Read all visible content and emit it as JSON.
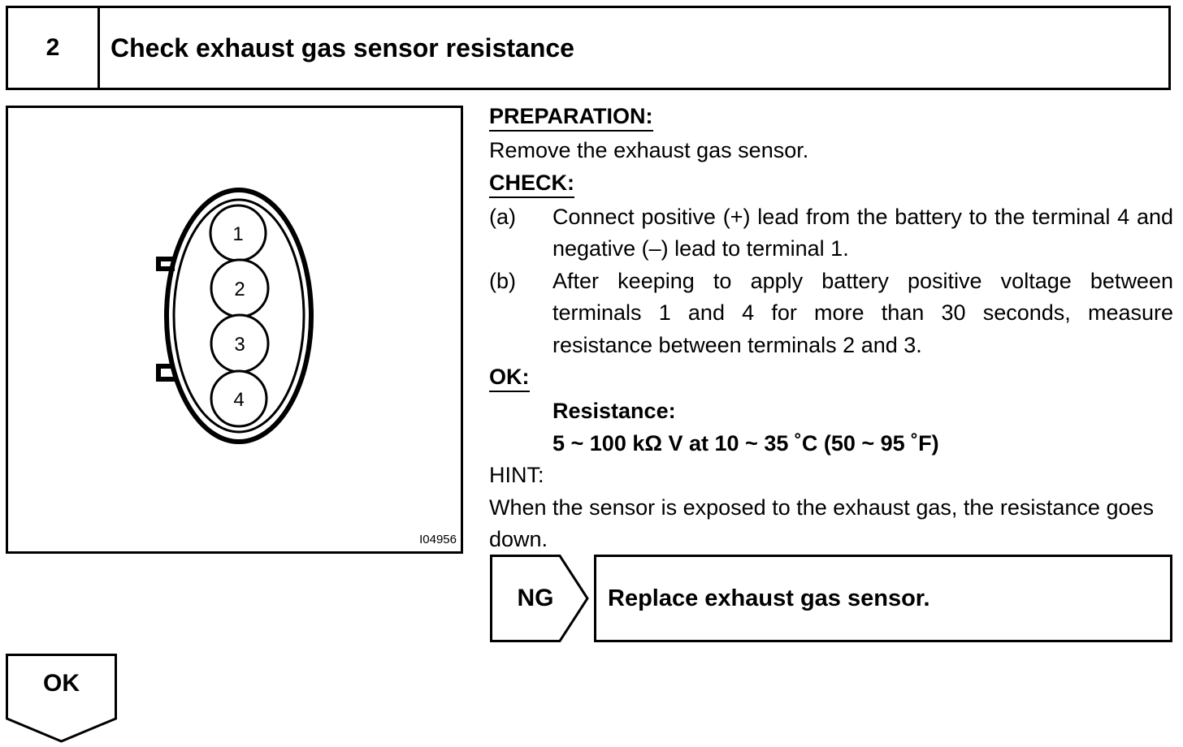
{
  "header": {
    "step_number": "2",
    "title": "Check exhaust gas sensor resistance"
  },
  "figure": {
    "terminals": [
      "1",
      "2",
      "3",
      "4"
    ],
    "code": "I04956"
  },
  "preparation": {
    "heading": "PREPARATION:",
    "text": "Remove the exhaust gas sensor."
  },
  "check": {
    "heading": "CHECK:",
    "items": [
      {
        "label": "(a)",
        "text": "Connect positive (+) lead from the battery to the terminal 4 and negative (–) lead to terminal 1."
      },
      {
        "label": "(b)",
        "text": "After keeping to apply battery positive voltage between terminals 1 and 4 for more than 30 seconds, measure resistance between terminals 2 and 3."
      }
    ]
  },
  "ok_spec": {
    "heading": "OK:",
    "label": "Resistance:",
    "value": "5 ~ 100 kΩ V at 10 ~ 35 ˚C (50 ~ 95 ˚F)"
  },
  "hint": {
    "heading": "HINT:",
    "text": "When the sensor is exposed to the exhaust gas, the resistance goes down."
  },
  "ng_result": {
    "label": "NG",
    "action": "Replace exhaust gas sensor."
  },
  "ok_result": {
    "label": "OK"
  }
}
